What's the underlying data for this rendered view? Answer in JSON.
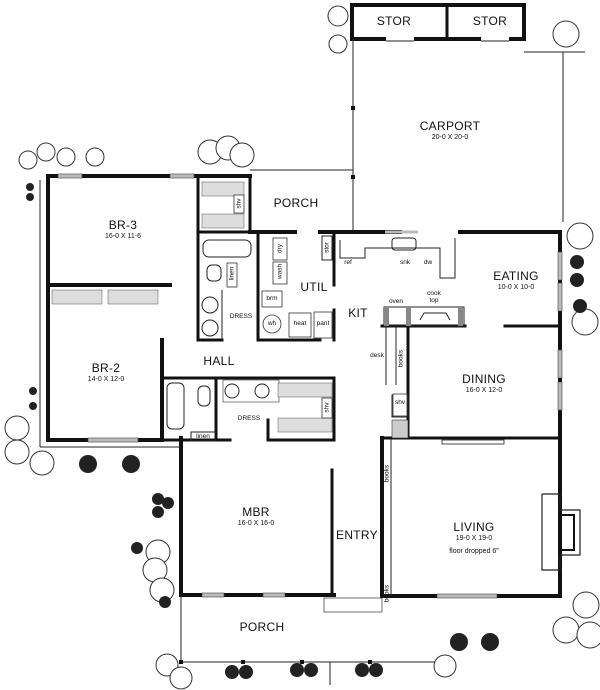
{
  "plan": {
    "rooms": {
      "stor1": {
        "name": "STOR"
      },
      "stor2": {
        "name": "STOR"
      },
      "carport": {
        "name": "CARPORT",
        "dims": "20-0 X 20-0"
      },
      "br3": {
        "name": "BR-3",
        "dims": "16-0 X 11-6"
      },
      "porch_rear": {
        "name": "PORCH"
      },
      "util": {
        "name": "UTIL"
      },
      "kit": {
        "name": "KIT"
      },
      "eating": {
        "name": "EATING",
        "dims": "10-0 X 10-0"
      },
      "br2": {
        "name": "BR-2",
        "dims": "14-0 X 12-0"
      },
      "hall": {
        "name": "HALL"
      },
      "dress1": {
        "name": "DRESS"
      },
      "dress2": {
        "name": "DRESS"
      },
      "dining": {
        "name": "DINING",
        "dims": "16-0 X 12-0"
      },
      "mbr": {
        "name": "MBR",
        "dims": "16-0 X 16-0"
      },
      "entry": {
        "name": "ENTRY"
      },
      "living": {
        "name": "LIVING",
        "dims": "19-0 X 19-0",
        "note": "floor dropped 6\""
      },
      "porch_front": {
        "name": "PORCH"
      }
    },
    "fixtures": {
      "shv1": "shv",
      "shv2": "shv",
      "shv3": "shv",
      "linen1": "linen",
      "linen2": "linen",
      "dry": "dry",
      "wash": "wash",
      "brm": "brm",
      "wh": "wh",
      "heat": "heat",
      "pant": "pant",
      "stor": "stor",
      "ref": "ref",
      "sink": "snk",
      "dw": "dw",
      "oven": "oven",
      "cooktop_1": "cook",
      "cooktop_2": "top",
      "desk": "desk",
      "books1": "books",
      "books2": "books",
      "books3": "books"
    }
  }
}
